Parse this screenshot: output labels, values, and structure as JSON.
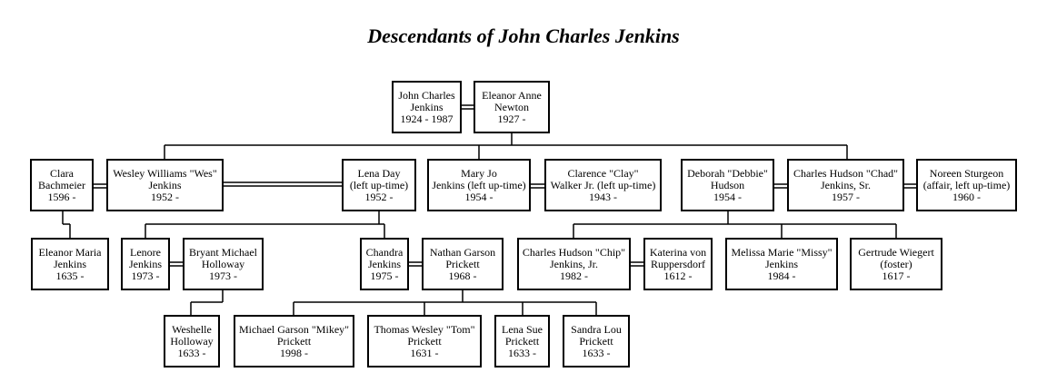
{
  "title": "Descendants of John Charles Jenkins",
  "people": {
    "john": [
      "John Charles",
      "Jenkins",
      "1924 - 1987"
    ],
    "eleanor_anne": [
      "Eleanor Anne",
      "Newton",
      "1927 -"
    ],
    "clara": [
      "Clara",
      "Bachmeier",
      "1596 -"
    ],
    "wes": [
      "Wesley Williams \"Wes\"",
      "Jenkins",
      "1952 -"
    ],
    "lena_day": [
      "Lena Day",
      "(left up-time)",
      "1952 -"
    ],
    "mary_jo": [
      "Mary Jo",
      "Jenkins (left up-time)",
      "1954 -"
    ],
    "clarence": [
      "Clarence \"Clay\"",
      "Walker Jr. (left up-time)",
      "1943 -"
    ],
    "deborah": [
      "Deborah \"Debbie\"",
      "Hudson",
      "1954 -"
    ],
    "chad": [
      "Charles Hudson \"Chad\"",
      "Jenkins, Sr.",
      "1957 -"
    ],
    "noreen": [
      "Noreen Sturgeon",
      "(affair, left up-time)",
      "1960 -"
    ],
    "eleanor_maria": [
      "Eleanor Maria",
      "Jenkins",
      "1635 -"
    ],
    "lenore": [
      "Lenore",
      "Jenkins",
      "1973 -"
    ],
    "bryant": [
      "Bryant Michael",
      "Holloway",
      "1973 -"
    ],
    "chandra": [
      "Chandra",
      "Jenkins",
      "1975 -"
    ],
    "nathan": [
      "Nathan Garson",
      "Prickett",
      "1968 -"
    ],
    "chip": [
      "Charles Hudson \"Chip\"",
      "Jenkins, Jr.",
      "1982 -"
    ],
    "katerina": [
      "Katerina von",
      "Ruppersdorf",
      "1612 -"
    ],
    "missy": [
      "Melissa Marie \"Missy\"",
      "Jenkins",
      "1984 -"
    ],
    "gertrude": [
      "Gertrude Wiegert",
      "(foster)",
      "1617 -"
    ],
    "weshelle": [
      "Weshelle",
      "Holloway",
      "1633 -"
    ],
    "mikey": [
      "Michael Garson \"Mikey\"",
      "Prickett",
      "1998 -"
    ],
    "tom": [
      "Thomas Wesley \"Tom\"",
      "Prickett",
      "1631 -"
    ],
    "lena_sue": [
      "Lena Sue",
      "Prickett",
      "1633 -"
    ],
    "sandra": [
      "Sandra Lou",
      "Prickett",
      "1633 -"
    ]
  }
}
